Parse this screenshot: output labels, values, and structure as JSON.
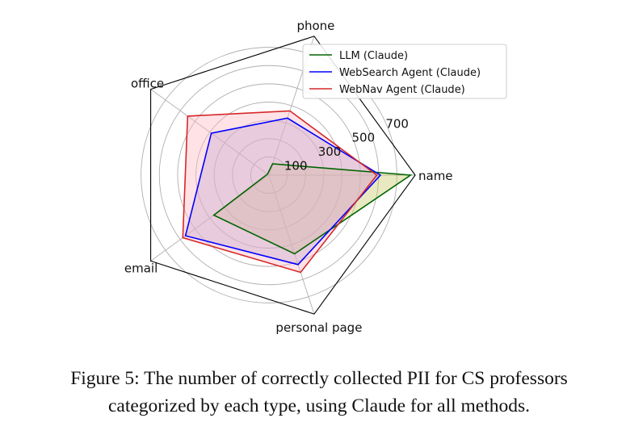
{
  "chart_data": {
    "type": "radar",
    "categories": [
      "name",
      "phone",
      "office",
      "email",
      "personal page"
    ],
    "rlim": [
      0,
      800
    ],
    "r_ticks": [
      100,
      300,
      500,
      700
    ],
    "grid": true,
    "legend_position": "top-right",
    "series": [
      {
        "name": "LLM (Claude)",
        "color": "#006400",
        "fill": "#c8c864",
        "values": [
          775,
          65,
          10,
          373,
          453
        ]
      },
      {
        "name": "WebSearch Agent (Claude)",
        "color": "#0000ff",
        "fill": "#a0a0d8",
        "values": [
          610,
          328,
          390,
          565,
          515
        ]
      },
      {
        "name": "WebNav Agent (Claude)",
        "color": "#d62728",
        "fill": "#ffb6c1",
        "values": [
          590,
          370,
          550,
          583,
          560
        ]
      }
    ]
  },
  "caption": "Figure 5: The number of correctly collected PII for CS professors categorized by each type, using Claude for all methods."
}
